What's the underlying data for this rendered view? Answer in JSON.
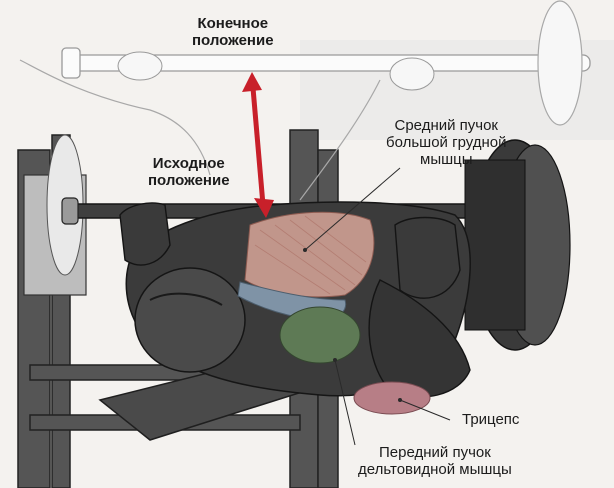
{
  "labels": {
    "end_position": {
      "line1": "Конечное",
      "line2": "положение"
    },
    "start_position": {
      "line1": "Исходное",
      "line2": "положение"
    },
    "middle_bundle": {
      "line1": "Средний пучок",
      "line2": "большой грудной",
      "line3": "мышцы"
    },
    "triceps": "Трицепс",
    "front_bundle": {
      "line1": "Передний пучок",
      "line2": "дельтовидной мышцы"
    }
  },
  "colors": {
    "arrow": "#c8202a",
    "chest_muscle": "#d9a79a",
    "deltoid_front": "#7f93a6",
    "deltoid_green": "#5e7a55",
    "triceps_muscle": "#b77e86",
    "figure": "#3a3a3a",
    "background": "#f4f2ef"
  }
}
